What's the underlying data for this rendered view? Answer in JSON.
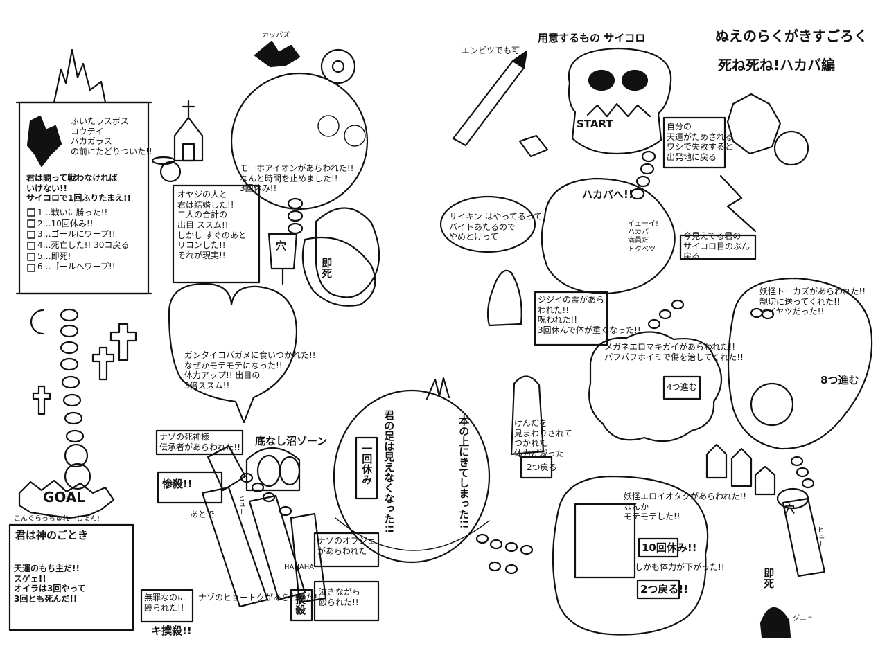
{
  "title": {
    "line1": "ぬえのらくがきすごろく",
    "line2": "死ね死ね!ハカバ編"
  },
  "header": {
    "prep_label": "用意するもの サイコロ",
    "pencil_note": "エンピツでも可"
  },
  "start": {
    "label": "START"
  },
  "goal": {
    "label": "GOAL",
    "ono": "こんぐらっちゅれーしょん!",
    "headline": "君は神のごとき",
    "body": "天運のもち主だ!!\nスゲェ!!\nオイラは3回やって\n3回とも死んだ!!"
  },
  "squares": {
    "nazo_ghost_top": {
      "text": "自分の\n天運がためされる\nワシで失敗すると\n出発地に戻る"
    },
    "saikin": {
      "text": "サイキン はやってるって\nバイトあたるので\nやめとけって"
    },
    "jijii": {
      "text": "ジジイの霊があら\nわれた!!\n呪われた!!\n3回休んで体が重くなった!!"
    },
    "hakaba": {
      "text": "ハカバへ!!"
    },
    "hakaba_sub": {
      "text": "イェーイ!\nハカバ\n満員だ\nトクベツ"
    },
    "dice_back": {
      "text": "今見えてる君の\nサイコロ目のぶん\n戻る"
    },
    "youkai_tokazu": {
      "text": "妖怪トーカズがあらわれた!!\n親切に送ってくれた!!\nイイヤツだった!!"
    },
    "b_advance": {
      "text": "8つ進む"
    },
    "megane": {
      "text": "メガネエロマキガイがあらわれた!!\nパフパフホイミで傷を治してくれた!!"
    },
    "four_advance": {
      "text": "4つ進む"
    },
    "kinoko": {
      "text": "けんだを\n見まわりされて\nつかれた\n体力が減った"
    },
    "two_back_a": {
      "text": "2つ戻る"
    },
    "hon_no_ue": {
      "text": "本の上にきてしまった!!"
    },
    "kimi_no_ashi": {
      "text": "君の足は見えなくなった!!"
    },
    "ikkai_yasumi": {
      "text": "一回休み"
    },
    "youkai_erotaku": {
      "text": "妖怪エロイオタクがあらわれた!!\nなんか\nモテモテした!!"
    },
    "ten_rest": {
      "text": "10回休み!!"
    },
    "stamina_down": {
      "text": "しかも体力が下がった!!"
    },
    "two_back_b": {
      "text": "2つ戻る!!"
    },
    "sokushi_right": {
      "text": "即死"
    },
    "ana_right": {
      "text": "穴"
    },
    "futa": {
      "text": "ふいたラスボス\nコウテイ\nバカガラス\nの前にたどりついた!!"
    },
    "futa_red": {
      "text": "君は闘って戦わなければ\nいけない!!\nサイコロで1回ふりたまえ!!"
    },
    "futa_rules": [
      "1…戦いに勝った!!",
      "2…10回休み!!",
      "3…ゴールにワープ!!",
      "4…死亡した!! 30コ戻る",
      "5…即死!",
      "6…ゴールへワープ!!"
    ],
    "ojisan": {
      "text": "オヤジの人と\n君は結婚した!!\n二人の合計の\n出目 ススム!!\nしかし すぐのあと\nリコンした!!\nそれが現実!!"
    },
    "mo_ai": {
      "text": "モーホアイオンがあらわれた!!\nなんと時間を止めました!!\n3回休み!!"
    },
    "ana_left": {
      "text": "穴"
    },
    "sokushi_left": {
      "text": "即死"
    },
    "gantai": {
      "text": "ガンタイコバガメに食いつかれた!!\nなぜかモテモテになった!!\n体力アップ!! 出目の\n3倍ススム!!"
    },
    "nazo_shinigami": {
      "text": "ナゾの死神様\n伝承者があらわれた!!"
    },
    "kaku_satsu": {
      "text": "惨殺!!"
    },
    "ato": {
      "text": "あとで"
    },
    "soko_nashi": {
      "text": "底なし沼ゾーン"
    },
    "muzai": {
      "text": "無罪なのに\n殴られた!!"
    },
    "kisatsu": {
      "text": "キ撲殺!!"
    },
    "nazo_hyotoko": {
      "text": "ナゾのヒョートクがあらわれた!!"
    },
    "nazo_tops": {
      "text": "ナゾのオブジェ\nがあらわれた"
    },
    "bokusatsu": {
      "text": "撲殺"
    },
    "naki": {
      "text": "泣きながら\n殴られた!!"
    }
  },
  "sfx": {
    "katsu": "カッパズ",
    "hyu1": "ヒュー",
    "hyu2": "ヒュー",
    "haha": "HAHAHA",
    "gun": "グニュ"
  }
}
